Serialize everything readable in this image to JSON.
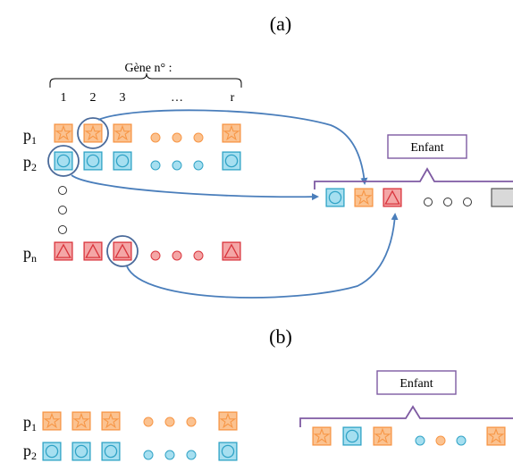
{
  "panel_a": {
    "label": "(a)",
    "gene_header": "Gène n° :",
    "gene_numbers": [
      "1",
      "2",
      "3",
      "…",
      "r"
    ],
    "parents": [
      {
        "label": "p",
        "sub": "1",
        "genes": [
          "orange-star",
          "orange-star",
          "orange-star",
          "orange-dot",
          "orange-dot",
          "orange-dot",
          "orange-star"
        ]
      },
      {
        "label": "p",
        "sub": "2",
        "genes": [
          "blue-circle",
          "blue-circle",
          "blue-circle",
          "blue-dot",
          "blue-dot",
          "blue-dot",
          "blue-circle"
        ]
      },
      {
        "label": "p",
        "sub": "n",
        "genes": [
          "red-triangle",
          "red-triangle",
          "red-triangle",
          "red-dot",
          "red-dot",
          "red-dot",
          "red-triangle"
        ]
      }
    ],
    "child_label": "Enfant",
    "child_genes": [
      "blue-circle",
      "orange-star",
      "red-triangle",
      "gray-dot",
      "gray-dot",
      "gray-dot",
      "gray-box"
    ]
  },
  "panel_b": {
    "label": "(b)",
    "parents": [
      {
        "label": "p",
        "sub": "1",
        "genes": [
          "orange-star",
          "orange-star",
          "orange-star",
          "orange-dot",
          "orange-dot",
          "orange-dot",
          "orange-star"
        ]
      },
      {
        "label": "p",
        "sub": "2",
        "genes": [
          "blue-circle",
          "blue-circle",
          "blue-circle",
          "blue-dot",
          "blue-dot",
          "blue-dot",
          "blue-circle"
        ]
      }
    ],
    "child_label": "Enfant",
    "child_genes": [
      "orange-star",
      "blue-circle",
      "orange-star",
      "blue-dot",
      "orange-dot",
      "blue-dot",
      "orange-star"
    ]
  },
  "colors": {
    "orange_fill": "#fbc290",
    "orange_stroke": "#f79646",
    "blue_fill": "#a6dff0",
    "blue_stroke": "#31a3c6",
    "red_fill": "#f4a6a6",
    "red_stroke": "#d9363e",
    "arrow": "#4a7ebb",
    "bracket": "#7e5aa2"
  }
}
